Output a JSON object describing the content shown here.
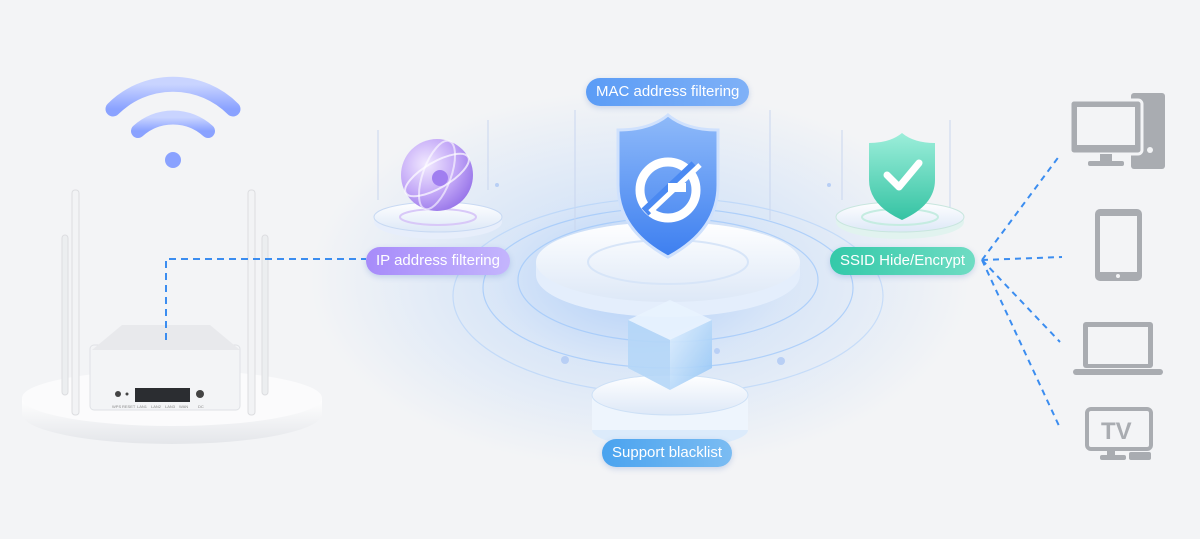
{
  "labels": {
    "ip_filter": "IP address filtering",
    "mac_filter": "MAC address filtering",
    "ssid": "SSID Hide/Encrypt",
    "blacklist": "Support blacklist"
  },
  "devices": {
    "tv_label": "TV"
  },
  "router_ports": [
    "WPS",
    "RESET",
    "LAN1",
    "LAN2",
    "LAN3",
    "WAN",
    "DC"
  ],
  "icons": [
    "wifi-icon",
    "router-icon",
    "globe-icon",
    "shield-icon",
    "check-shield-icon",
    "cube-icon",
    "desktop-computer-icon",
    "tablet-icon",
    "laptop-icon",
    "tv-icon"
  ],
  "colors": {
    "accent_blue": "#3b8df0",
    "purple": "#a78bfa",
    "teal": "#34c9a9",
    "device_gray": "#a9acb1"
  }
}
